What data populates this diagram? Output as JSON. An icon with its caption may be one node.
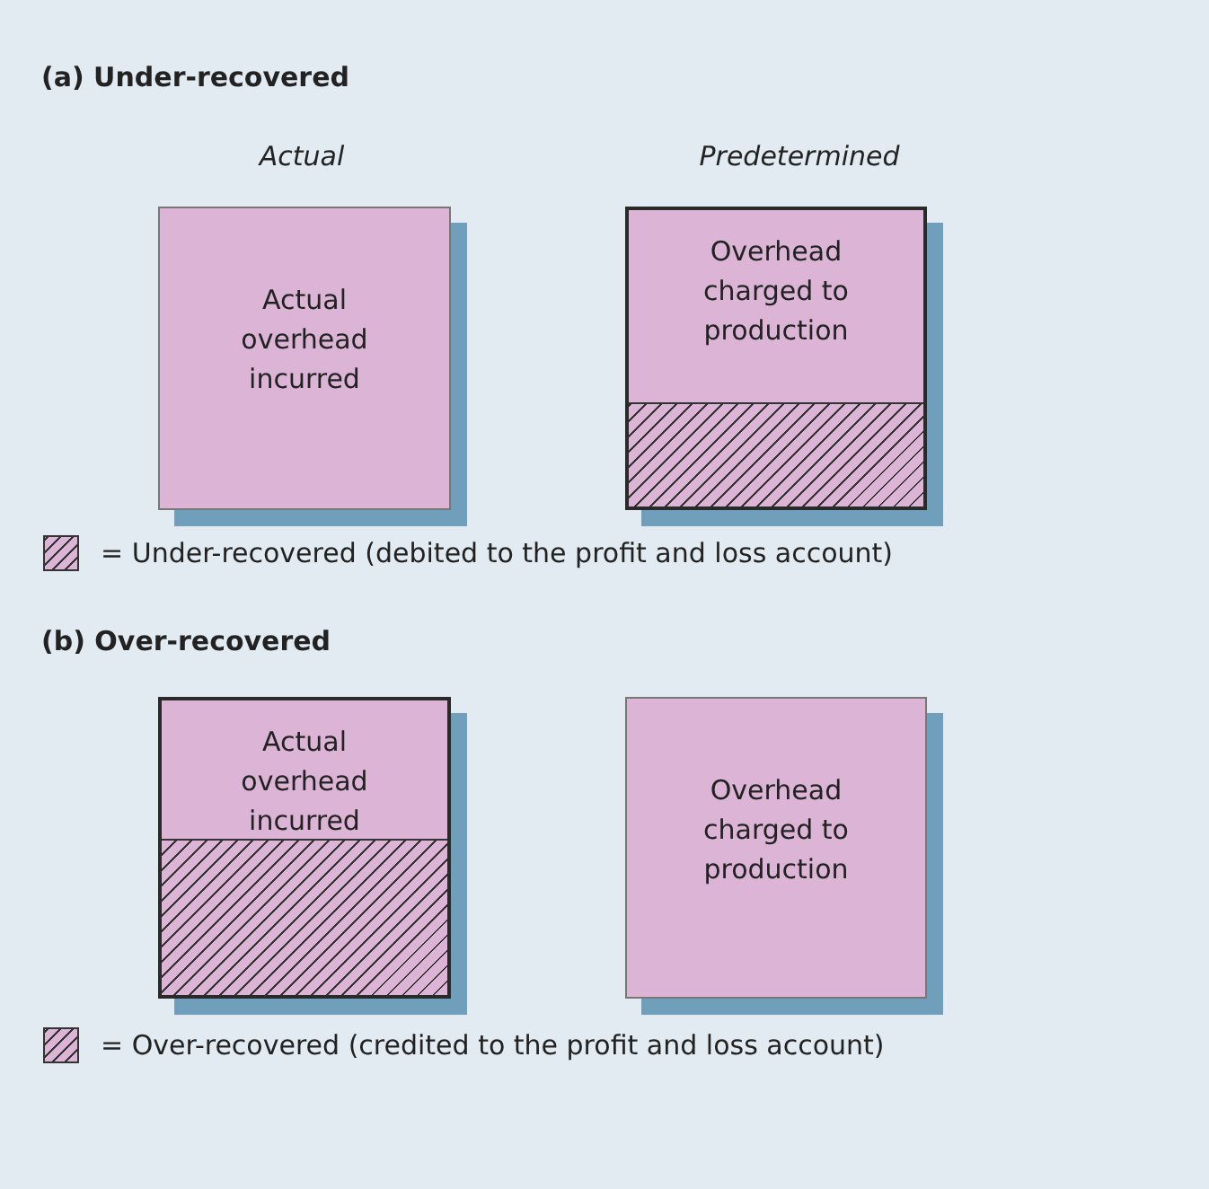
{
  "diagram": {
    "nodes": [
      {
        "text": [
          "Actual overhead incurred"
        ]
      },
      {
        "text": [
          "Overhead charged to production"
        ]
      },
      {
        "text": [],
        "shape": "box",
        "in": 1
      },
      {
        "text": [
          "Actual overhead incurred"
        ]
      },
      {
        "text": [],
        "shape": "box",
        "in": 3
      },
      {
        "text": [
          "Overhead charged to production"
        ]
      }
    ],
    "edges": [],
    "labels": [
      "(a) Under-recovered",
      "Actual",
      "Predetermined",
      "(b) Over-recovered"
    ],
    "legend": [
      {
        "text": "= Under-recovered (debited to the profit and loss account)"
      },
      {
        "text": "= Over-recovered (credited to the profit and loss account)"
      }
    ]
  }
}
